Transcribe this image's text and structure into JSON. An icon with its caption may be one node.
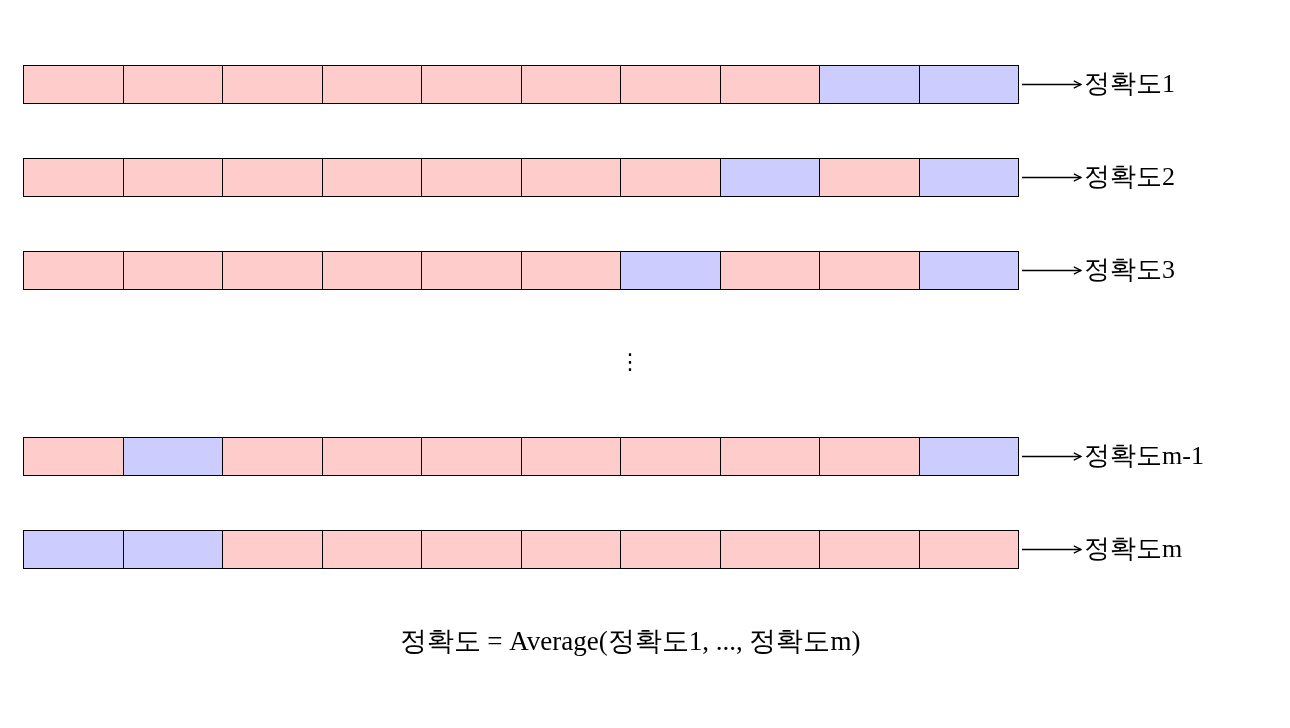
{
  "diagram": {
    "caption": "정확도 = Average(정확도1, ..., 정확도m)",
    "nodes": [
      {
        "text": [],
        "shape": "bar"
      },
      {
        "text": [],
        "shape": "box",
        "in": 0
      },
      {
        "text": [],
        "shape": "box",
        "in": 0
      },
      {
        "text": [],
        "shape": "box",
        "in": 0
      },
      {
        "text": [],
        "shape": "box",
        "in": 0
      },
      {
        "text": [],
        "shape": "box",
        "in": 0
      },
      {
        "text": [],
        "shape": "box",
        "in": 0
      },
      {
        "text": [],
        "shape": "box",
        "in": 0
      },
      {
        "text": [],
        "shape": "box",
        "in": 0
      },
      {
        "text": [],
        "shape": "box",
        "in": 0
      },
      {
        "text": [],
        "shape": "box",
        "in": 0
      },
      {
        "text": [
          "정확도1"
        ]
      },
      {
        "text": [],
        "shape": "bar"
      },
      {
        "text": [],
        "shape": "box",
        "in": 12
      },
      {
        "text": [],
        "shape": "box",
        "in": 12
      },
      {
        "text": [],
        "shape": "box",
        "in": 12
      },
      {
        "text": [],
        "shape": "box",
        "in": 12
      },
      {
        "text": [],
        "shape": "box",
        "in": 12
      },
      {
        "text": [],
        "shape": "box",
        "in": 12
      },
      {
        "text": [],
        "shape": "box",
        "in": 12
      },
      {
        "text": [],
        "shape": "box",
        "in": 12
      },
      {
        "text": [],
        "shape": "box",
        "in": 12
      },
      {
        "text": [],
        "shape": "box",
        "in": 12
      },
      {
        "text": [
          "정확도2"
        ]
      },
      {
        "text": [],
        "shape": "bar"
      },
      {
        "text": [],
        "shape": "box",
        "in": 24
      },
      {
        "text": [],
        "shape": "box",
        "in": 24
      },
      {
        "text": [],
        "shape": "box",
        "in": 24
      },
      {
        "text": [],
        "shape": "box",
        "in": 24
      },
      {
        "text": [],
        "shape": "box",
        "in": 24
      },
      {
        "text": [],
        "shape": "box",
        "in": 24
      },
      {
        "text": [],
        "shape": "box",
        "in": 24
      },
      {
        "text": [],
        "shape": "box",
        "in": 24
      },
      {
        "text": [],
        "shape": "box",
        "in": 24
      },
      {
        "text": [],
        "shape": "box",
        "in": 24
      },
      {
        "text": [
          "정확도3"
        ]
      },
      {
        "text": [],
        "shape": "bar"
      },
      {
        "text": [],
        "shape": "box",
        "in": 36
      },
      {
        "text": [],
        "shape": "box",
        "in": 36
      },
      {
        "text": [],
        "shape": "box",
        "in": 36
      },
      {
        "text": [],
        "shape": "box",
        "in": 36
      },
      {
        "text": [],
        "shape": "box",
        "in": 36
      },
      {
        "text": [],
        "shape": "box",
        "in": 36
      },
      {
        "text": [],
        "shape": "box",
        "in": 36
      },
      {
        "text": [],
        "shape": "box",
        "in": 36
      },
      {
        "text": [],
        "shape": "box",
        "in": 36
      },
      {
        "text": [],
        "shape": "box",
        "in": 36
      },
      {
        "text": [
          "정확도m-1"
        ]
      },
      {
        "text": [],
        "shape": "bar"
      },
      {
        "text": [],
        "shape": "box",
        "in": 48
      },
      {
        "text": [],
        "shape": "box",
        "in": 48
      },
      {
        "text": [],
        "shape": "box",
        "in": 48
      },
      {
        "text": [],
        "shape": "box",
        "in": 48
      },
      {
        "text": [],
        "shape": "box",
        "in": 48
      },
      {
        "text": [],
        "shape": "box",
        "in": 48
      },
      {
        "text": [],
        "shape": "box",
        "in": 48
      },
      {
        "text": [],
        "shape": "box",
        "in": 48
      },
      {
        "text": [],
        "shape": "box",
        "in": 48
      },
      {
        "text": [],
        "shape": "box",
        "in": 48
      },
      {
        "text": [
          "정확도m"
        ]
      }
    ],
    "edges": [
      {
        "from": 0,
        "to": 11,
        "arrow": "to"
      },
      {
        "from": 12,
        "to": 23,
        "arrow": "to"
      },
      {
        "from": 24,
        "to": 35,
        "arrow": "to"
      },
      {
        "from": 36,
        "to": 47,
        "arrow": "to"
      },
      {
        "from": 48,
        "to": 59,
        "arrow": "to"
      }
    ],
    "labels": [
      "⋮"
    ]
  }
}
